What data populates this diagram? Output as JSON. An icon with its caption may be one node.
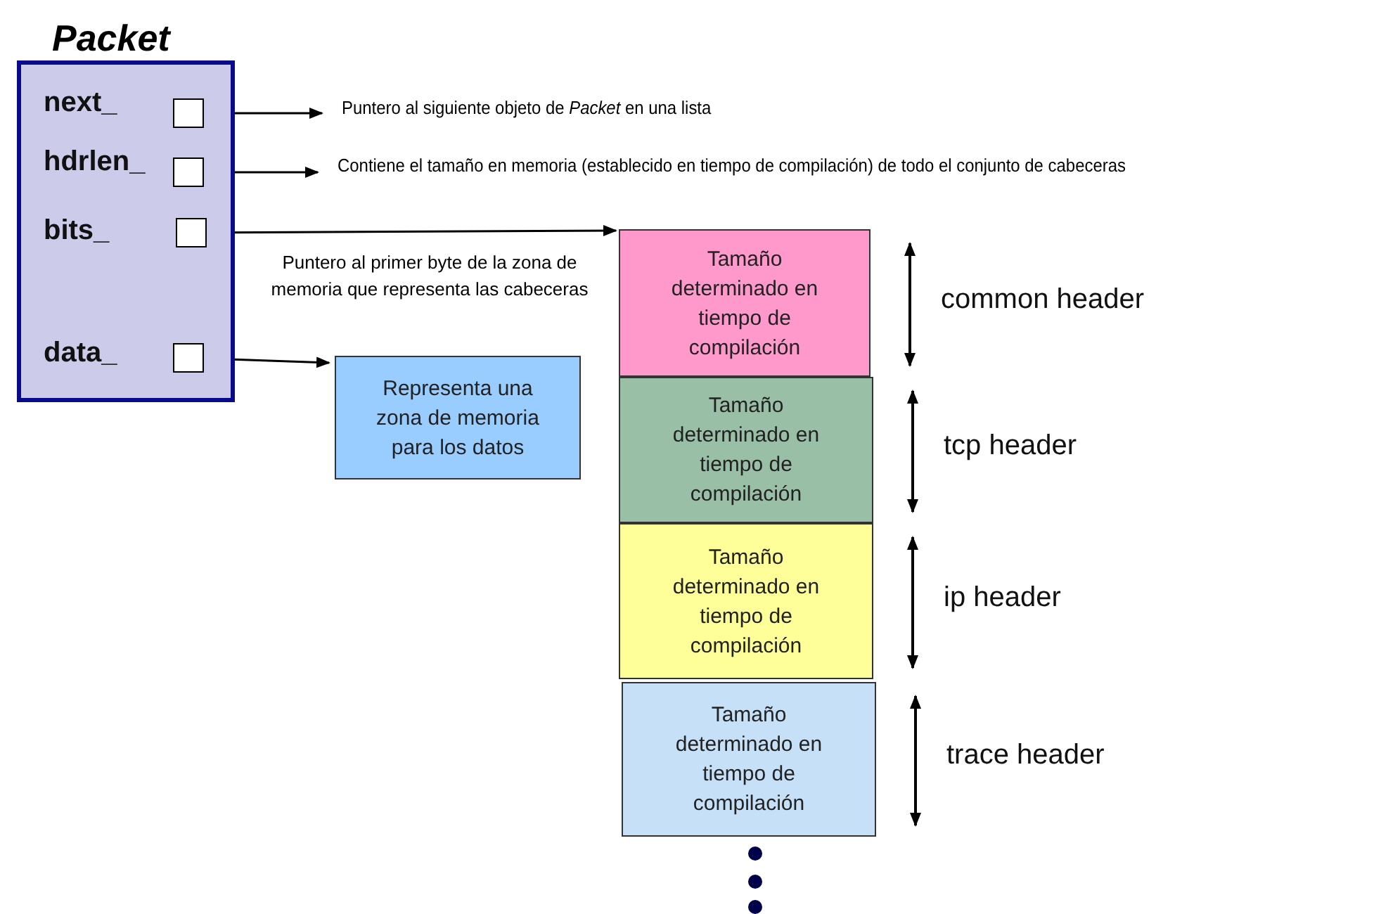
{
  "diagram": {
    "nodes": [
      {
        "text": [
          "Packet"
        ]
      },
      {
        "text": [],
        "shape": "box",
        "in": 0,
        "beside": [
          "next_"
        ]
      },
      {
        "text": [],
        "shape": "box",
        "in": 0,
        "beside": [
          "hdrlen_"
        ]
      },
      {
        "text": [],
        "shape": "box",
        "in": 0,
        "beside": [
          "bits_"
        ]
      },
      {
        "text": [],
        "shape": "box",
        "in": 0,
        "beside": [
          "data_"
        ]
      },
      {
        "text": [
          "Puntero al siguiente objeto de *Packet* en una lista"
        ]
      },
      {
        "text": [
          "Contiene el tamaño en memoria (establecido en tiempo de compilación) de todo el conjunto de cabeceras"
        ]
      },
      {
        "text": [
          "Representa una zona de memoria para los datos"
        ]
      },
      {
        "text": [
          "Tamaño determinado en tiempo de compilación"
        ],
        "beside": [
          "common header"
        ]
      },
      {
        "text": [
          "Tamaño determinado en tiempo de compilación"
        ],
        "beside": [
          "tcp header"
        ]
      },
      {
        "text": [
          "Tamaño determinado en tiempo de compilación"
        ],
        "beside": [
          "ip header"
        ]
      },
      {
        "text": [
          "Tamaño determinado en tiempo de compilación"
        ],
        "beside": [
          "trace header"
        ]
      }
    ],
    "edges": [
      {
        "from": 1,
        "to": 5,
        "arrow": "to"
      },
      {
        "from": 2,
        "to": 6,
        "arrow": "to"
      },
      {
        "from": 3,
        "to": 8,
        "arrow": "to"
      },
      {
        "from": 4,
        "to": 7,
        "arrow": "to"
      }
    ],
    "labels": [
      "Puntero al primer byte de la zona de memoria que representa las cabeceras"
    ]
  }
}
